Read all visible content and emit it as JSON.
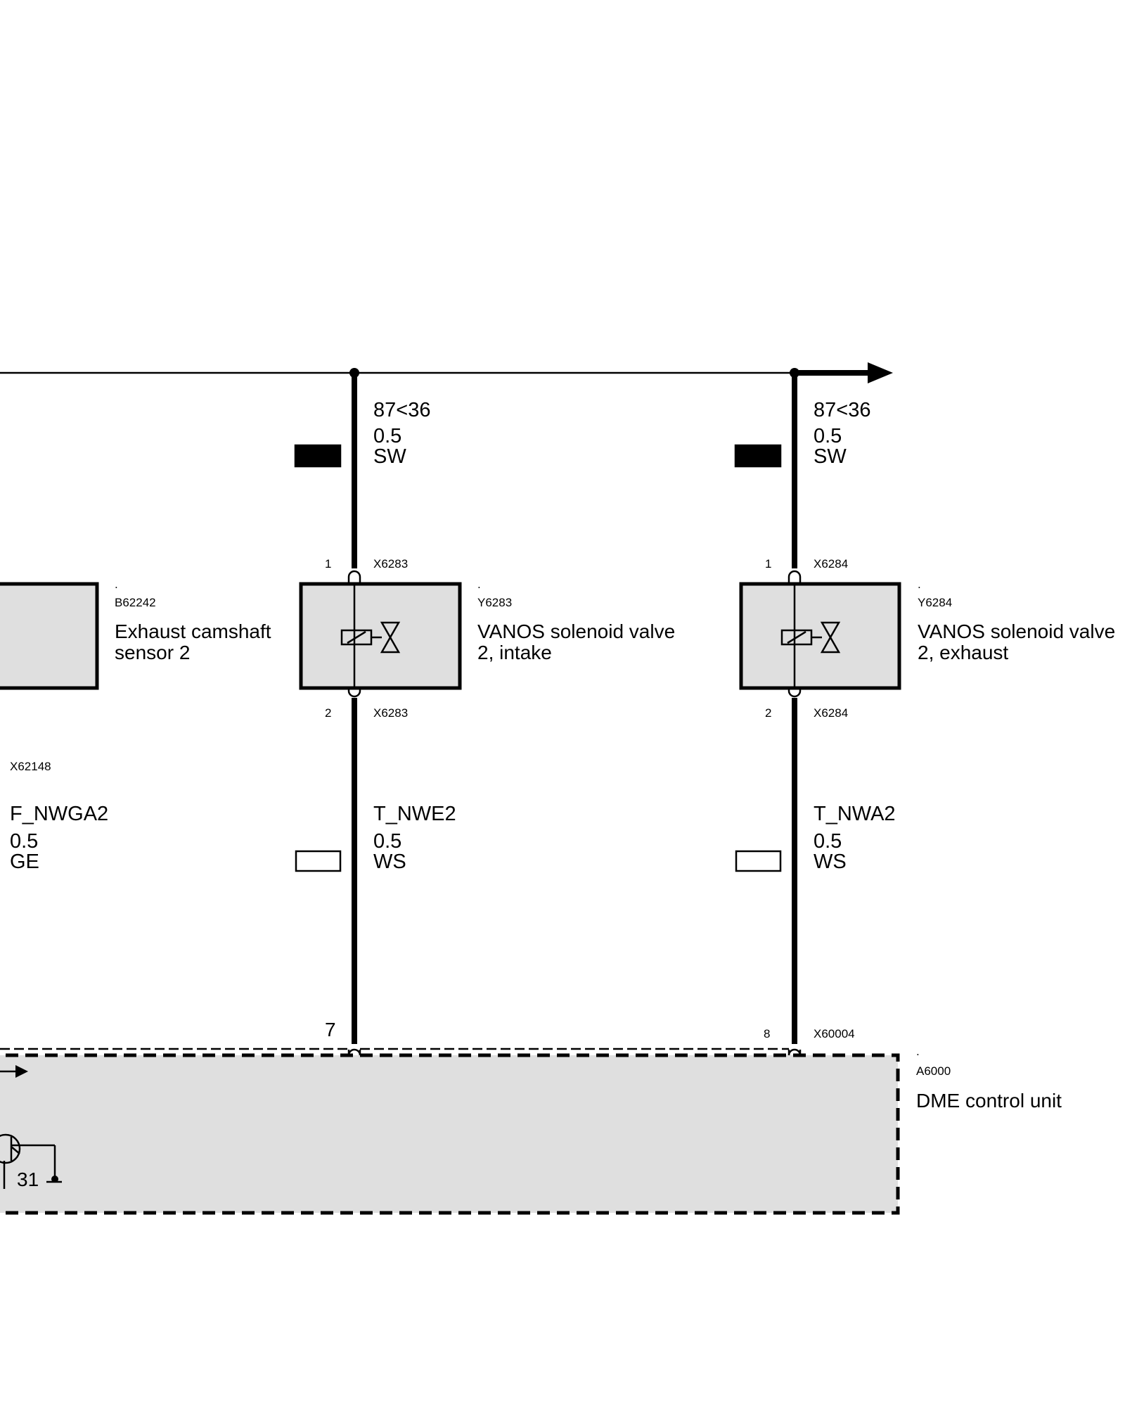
{
  "wires": {
    "top_left": {
      "terminal": "87<36",
      "gauge": "0.5",
      "color_code": "SW",
      "color_swatch": "#000000"
    },
    "top_right": {
      "terminal": "87<36",
      "gauge": "0.5",
      "color_code": "SW",
      "color_swatch": "#000000"
    },
    "bottom_left": {
      "signal": "T_NWE2",
      "gauge": "0.5",
      "color_code": "WS",
      "color_swatch": "#ffffff"
    },
    "bottom_right": {
      "signal": "T_NWA2",
      "gauge": "0.5",
      "color_code": "WS",
      "color_swatch": "#ffffff"
    },
    "far_left": {
      "signal": "F_NWGA2",
      "gauge": "0.5",
      "color_code": "GE"
    }
  },
  "components": {
    "sensor": {
      "dot": ".",
      "id": "B62242",
      "name_line1": "Exhaust camshaft",
      "name_line2": "sensor 2",
      "connector": "X62148"
    },
    "valve_intake": {
      "dot": ".",
      "id": "Y6283",
      "name_line1": "VANOS solenoid valve",
      "name_line2": "2, intake",
      "pin_top": "1",
      "pin_bottom": "2",
      "connector_top": "X6283",
      "connector_bottom": "X6283"
    },
    "valve_exhaust": {
      "dot": ".",
      "id": "Y6284",
      "name_line1": "VANOS solenoid valve",
      "name_line2": "2, exhaust",
      "pin_top": "1",
      "pin_bottom": "2",
      "connector_top": "X6284",
      "connector_bottom": "X6284"
    },
    "ecu": {
      "dot": ".",
      "id": "A6000",
      "name": "DME control unit",
      "pin_left": "7",
      "pin_right": "8",
      "connector": "X60004",
      "ground": "31"
    }
  },
  "colors": {
    "line": "#000000",
    "component_fill": "#dfdfdf",
    "background": "#ffffff"
  },
  "icons": [
    "solenoid-valve-icon",
    "transistor-icon",
    "ground-icon",
    "arrow-right-icon"
  ]
}
